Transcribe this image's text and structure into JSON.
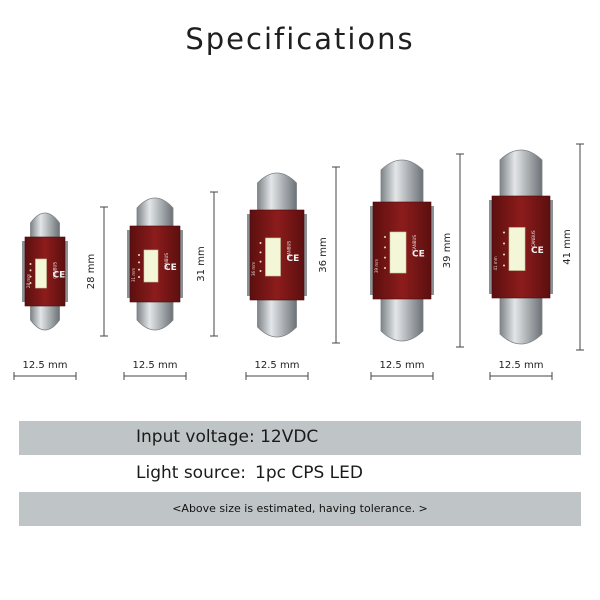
{
  "page": {
    "title": "Specifications"
  },
  "bulbs": [
    {
      "length_label": "28 mm",
      "width_label": "12.5 mm",
      "board_text": "28 mm",
      "brand": "CANBUS",
      "length_mm": 28
    },
    {
      "length_label": "31 mm",
      "width_label": "12.5 mm",
      "board_text": "31 mm",
      "brand": "CANBUS",
      "length_mm": 31
    },
    {
      "length_label": "36 mm",
      "width_label": "12.5 mm",
      "board_text": "36 mm",
      "brand": "CANBUS",
      "length_mm": 36
    },
    {
      "length_label": "39 mm",
      "width_label": "12.5 mm",
      "board_text": "39 mm",
      "brand": "CANBUS",
      "length_mm": 39
    },
    {
      "length_label": "41 mm",
      "width_label": "12.5 mm",
      "board_text": "41 mm",
      "brand": "CANBUS",
      "length_mm": 41
    }
  ],
  "ce_mark": "CE",
  "specs": {
    "input_voltage": "Input voltage: 12VDC",
    "light_source_label": "Light source:",
    "light_source_value": "1pc CPS LED",
    "note": "<Above size is estimated, having tolerance. >"
  },
  "colors": {
    "board": "#7e1717",
    "cap": "#a6abae",
    "led": "#f4f6d8",
    "band": "#bfc5c6"
  }
}
